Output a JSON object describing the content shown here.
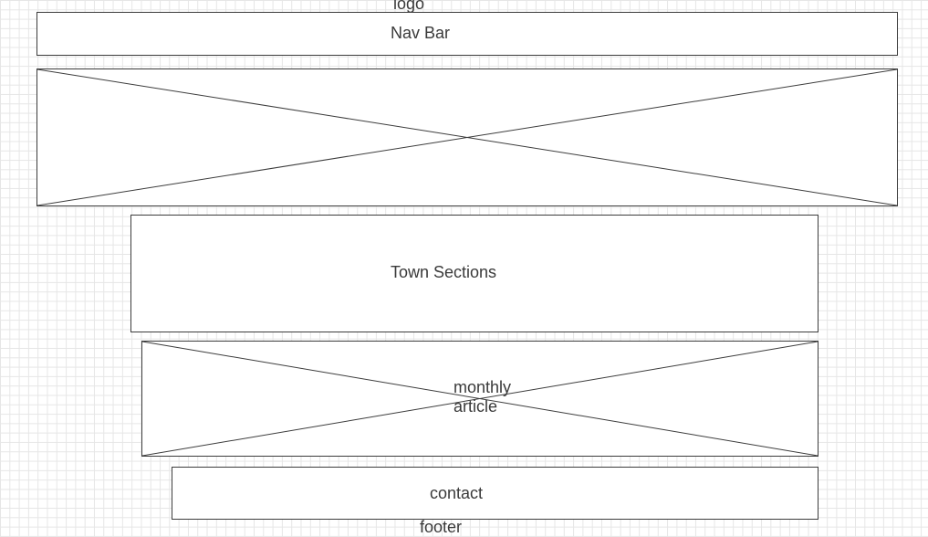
{
  "labels": {
    "logo": "logo",
    "navbar": "Nav Bar",
    "town_sections": "Town Sections",
    "monthly_article": "monthly\narticle",
    "contact": "contact",
    "footer": "footer"
  }
}
